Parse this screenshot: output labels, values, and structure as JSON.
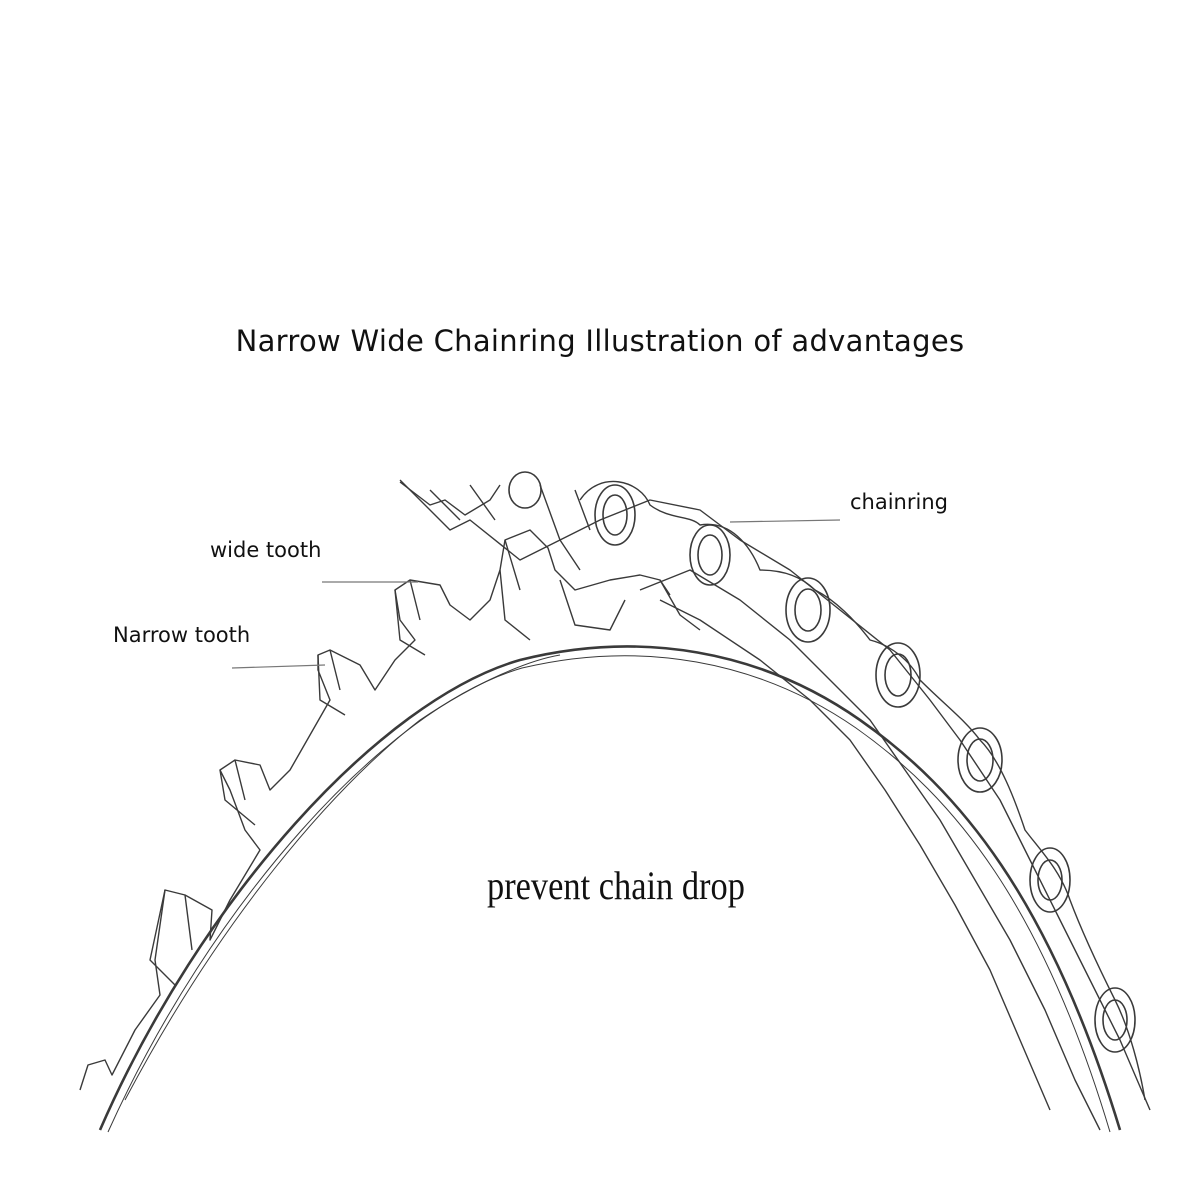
{
  "title": "Narrow Wide Chainring Illustration of advantages",
  "labels": {
    "wide_tooth": "wide tooth",
    "narrow_tooth": "Narrow tooth",
    "chainring": "chainring"
  },
  "caption": "prevent chain drop",
  "colors": {
    "background": "#ffffff",
    "line": "#3a3a3a",
    "text": "#111111"
  }
}
